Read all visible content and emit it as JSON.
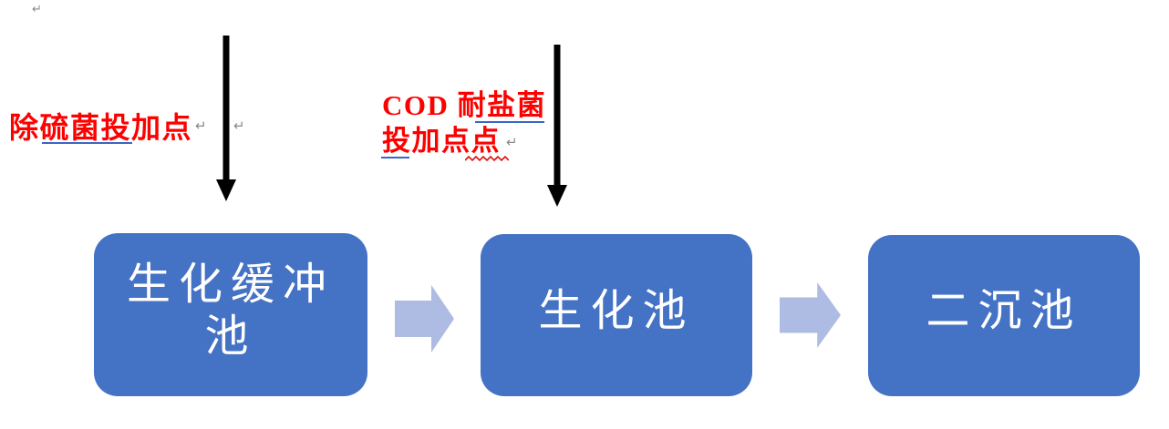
{
  "document": {
    "formatting_mark": "↵",
    "background_color": "#ffffff"
  },
  "annotations": {
    "dosing_point_1": {
      "text": "除硫菌投加点",
      "color": "#ff0000"
    },
    "dosing_point_2": {
      "line1": "COD 耐盐菌",
      "line2": "投加点点",
      "color": "#ff0000"
    }
  },
  "flowchart": {
    "boxes": [
      {
        "label": "生化缓冲池"
      },
      {
        "label": "生化池"
      },
      {
        "label": "二沉池"
      }
    ],
    "box_fill_color": "#4472c4",
    "box_text_color": "#ffffff",
    "connector_arrow_color": "#aebce3",
    "dosing_arrow_color": "#000000"
  },
  "icons": {
    "down_arrow": "black straight down arrow (dosing point pointer)",
    "right_arrow": "light blue block arrow (flow connector)",
    "pilcrow": "paragraph return mark",
    "grammar_underline": "blue proofing underline",
    "spellcheck_squiggle": "red wavy proofing underline"
  }
}
